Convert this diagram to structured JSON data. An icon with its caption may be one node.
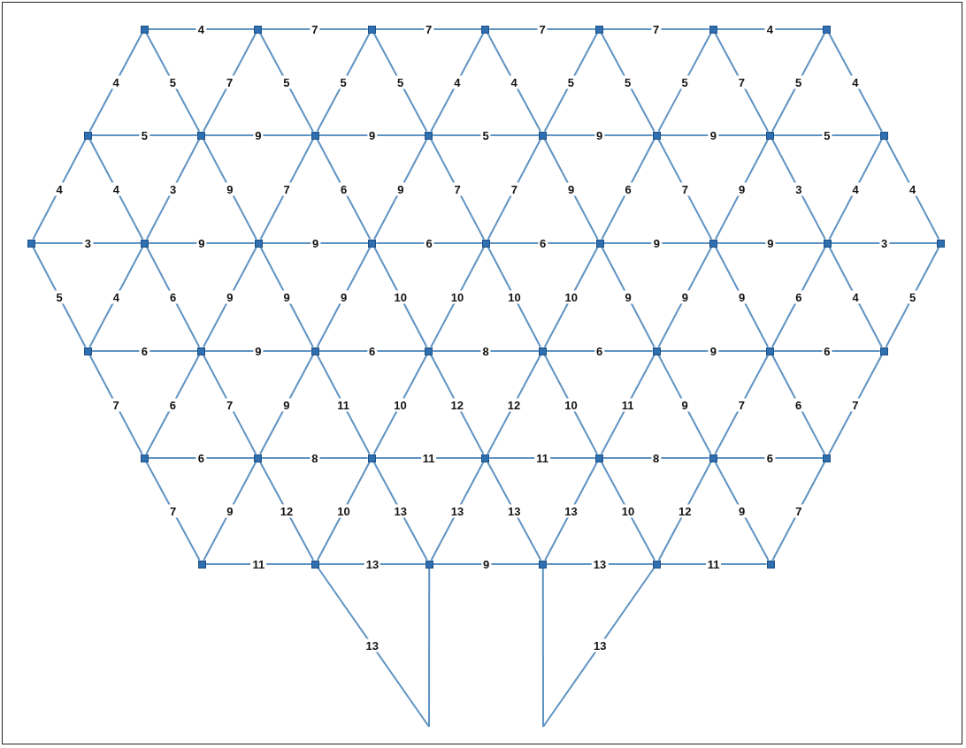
{
  "diagram": {
    "nodes": [
      {
        "text": [],
        "shape": "box"
      },
      {
        "text": [],
        "shape": "box"
      },
      {
        "text": [],
        "shape": "box"
      },
      {
        "text": [],
        "shape": "box"
      },
      {
        "text": [],
        "shape": "box"
      },
      {
        "text": [],
        "shape": "box"
      },
      {
        "text": [],
        "shape": "box"
      },
      {
        "text": [],
        "shape": "box"
      },
      {
        "text": [],
        "shape": "box"
      },
      {
        "text": [],
        "shape": "box"
      },
      {
        "text": [],
        "shape": "box"
      },
      {
        "text": [],
        "shape": "box"
      },
      {
        "text": [],
        "shape": "box"
      },
      {
        "text": [],
        "shape": "box"
      },
      {
        "text": [],
        "shape": "box"
      },
      {
        "text": [],
        "shape": "box"
      },
      {
        "text": [],
        "shape": "box"
      },
      {
        "text": [],
        "shape": "box"
      },
      {
        "text": [],
        "shape": "box"
      },
      {
        "text": [],
        "shape": "box"
      },
      {
        "text": [],
        "shape": "box"
      },
      {
        "text": [],
        "shape": "box"
      },
      {
        "text": [],
        "shape": "box"
      },
      {
        "text": [],
        "shape": "box"
      },
      {
        "text": [],
        "shape": "box"
      },
      {
        "text": [],
        "shape": "box"
      },
      {
        "text": [],
        "shape": "box"
      },
      {
        "text": [],
        "shape": "box"
      },
      {
        "text": [],
        "shape": "box"
      },
      {
        "text": [],
        "shape": "box"
      },
      {
        "text": [],
        "shape": "box"
      },
      {
        "text": [],
        "shape": "box"
      },
      {
        "text": [],
        "shape": "box"
      },
      {
        "text": [],
        "shape": "box"
      },
      {
        "text": [],
        "shape": "box"
      },
      {
        "text": [],
        "shape": "box"
      },
      {
        "text": [],
        "shape": "box"
      },
      {
        "text": [],
        "shape": "box"
      },
      {
        "text": [],
        "shape": "box"
      },
      {
        "text": [],
        "shape": "box"
      },
      {
        "text": [],
        "shape": "box"
      },
      {
        "text": [],
        "shape": "box"
      },
      {
        "text": [],
        "shape": "box"
      },
      {
        "text": [],
        "shape": "box"
      },
      {
        "text": [],
        "shape": "box"
      }
    ],
    "edges": [
      {
        "from": 0,
        "to": 1,
        "arrow": "none",
        "label": "4"
      },
      {
        "from": 1,
        "to": 2,
        "arrow": "none",
        "label": "7"
      },
      {
        "from": 2,
        "to": 3,
        "arrow": "none",
        "label": "7"
      },
      {
        "from": 3,
        "to": 4,
        "arrow": "none",
        "label": "7"
      },
      {
        "from": 4,
        "to": 5,
        "arrow": "none",
        "label": "7"
      },
      {
        "from": 5,
        "to": 6,
        "arrow": "none",
        "label": "4"
      },
      {
        "from": 0,
        "to": 7,
        "arrow": "none",
        "label": "4"
      },
      {
        "from": 0,
        "to": 8,
        "arrow": "none",
        "label": "5"
      },
      {
        "from": 1,
        "to": 8,
        "arrow": "none",
        "label": "7"
      },
      {
        "from": 1,
        "to": 9,
        "arrow": "none",
        "label": "5"
      },
      {
        "from": 2,
        "to": 9,
        "arrow": "none",
        "label": "5"
      },
      {
        "from": 2,
        "to": 10,
        "arrow": "none",
        "label": "5"
      },
      {
        "from": 3,
        "to": 10,
        "arrow": "none",
        "label": "4"
      },
      {
        "from": 3,
        "to": 11,
        "arrow": "none",
        "label": "4"
      },
      {
        "from": 4,
        "to": 11,
        "arrow": "none",
        "label": "5"
      },
      {
        "from": 4,
        "to": 12,
        "arrow": "none",
        "label": "5"
      },
      {
        "from": 5,
        "to": 12,
        "arrow": "none",
        "label": "5"
      },
      {
        "from": 5,
        "to": 13,
        "arrow": "none",
        "label": "7"
      },
      {
        "from": 6,
        "to": 13,
        "arrow": "none",
        "label": "5"
      },
      {
        "from": 6,
        "to": 14,
        "arrow": "none",
        "label": "4"
      },
      {
        "from": 7,
        "to": 8,
        "arrow": "none",
        "label": "5"
      },
      {
        "from": 8,
        "to": 9,
        "arrow": "none",
        "label": "9"
      },
      {
        "from": 9,
        "to": 10,
        "arrow": "none",
        "label": "9"
      },
      {
        "from": 10,
        "to": 11,
        "arrow": "none",
        "label": "5"
      },
      {
        "from": 11,
        "to": 12,
        "arrow": "none",
        "label": "9"
      },
      {
        "from": 12,
        "to": 13,
        "arrow": "none",
        "label": "9"
      },
      {
        "from": 13,
        "to": 14,
        "arrow": "none",
        "label": "5"
      },
      {
        "from": 7,
        "to": 15,
        "arrow": "none",
        "label": "4"
      },
      {
        "from": 7,
        "to": 16,
        "arrow": "none",
        "label": "4"
      },
      {
        "from": 8,
        "to": 16,
        "arrow": "none",
        "label": "3"
      },
      {
        "from": 8,
        "to": 17,
        "arrow": "none",
        "label": "9"
      },
      {
        "from": 9,
        "to": 17,
        "arrow": "none",
        "label": "7"
      },
      {
        "from": 9,
        "to": 18,
        "arrow": "none",
        "label": "6"
      },
      {
        "from": 10,
        "to": 18,
        "arrow": "none",
        "label": "9"
      },
      {
        "from": 10,
        "to": 19,
        "arrow": "none",
        "label": "7"
      },
      {
        "from": 11,
        "to": 19,
        "arrow": "none",
        "label": "7"
      },
      {
        "from": 11,
        "to": 20,
        "arrow": "none",
        "label": "9"
      },
      {
        "from": 12,
        "to": 20,
        "arrow": "none",
        "label": "6"
      },
      {
        "from": 12,
        "to": 21,
        "arrow": "none",
        "label": "7"
      },
      {
        "from": 13,
        "to": 21,
        "arrow": "none",
        "label": "9"
      },
      {
        "from": 13,
        "to": 22,
        "arrow": "none",
        "label": "3"
      },
      {
        "from": 14,
        "to": 22,
        "arrow": "none",
        "label": "4"
      },
      {
        "from": 14,
        "to": 23,
        "arrow": "none",
        "label": "4"
      },
      {
        "from": 15,
        "to": 16,
        "arrow": "none",
        "label": "3"
      },
      {
        "from": 16,
        "to": 17,
        "arrow": "none",
        "label": "9"
      },
      {
        "from": 17,
        "to": 18,
        "arrow": "none",
        "label": "9"
      },
      {
        "from": 18,
        "to": 19,
        "arrow": "none",
        "label": "6"
      },
      {
        "from": 19,
        "to": 20,
        "arrow": "none",
        "label": "6"
      },
      {
        "from": 20,
        "to": 21,
        "arrow": "none",
        "label": "9"
      },
      {
        "from": 21,
        "to": 22,
        "arrow": "none",
        "label": "9"
      },
      {
        "from": 22,
        "to": 23,
        "arrow": "none",
        "label": "3"
      },
      {
        "from": 15,
        "to": 24,
        "arrow": "none",
        "label": "5"
      },
      {
        "from": 16,
        "to": 24,
        "arrow": "none",
        "label": "4"
      },
      {
        "from": 16,
        "to": 25,
        "arrow": "none",
        "label": "6"
      },
      {
        "from": 17,
        "to": 25,
        "arrow": "none",
        "label": "9"
      },
      {
        "from": 17,
        "to": 26,
        "arrow": "none",
        "label": "9"
      },
      {
        "from": 18,
        "to": 26,
        "arrow": "none",
        "label": "9"
      },
      {
        "from": 18,
        "to": 27,
        "arrow": "none",
        "label": "10"
      },
      {
        "from": 19,
        "to": 27,
        "arrow": "none",
        "label": "10"
      },
      {
        "from": 19,
        "to": 28,
        "arrow": "none",
        "label": "10"
      },
      {
        "from": 20,
        "to": 28,
        "arrow": "none",
        "label": "10"
      },
      {
        "from": 20,
        "to": 29,
        "arrow": "none",
        "label": "9"
      },
      {
        "from": 21,
        "to": 29,
        "arrow": "none",
        "label": "9"
      },
      {
        "from": 21,
        "to": 30,
        "arrow": "none",
        "label": "9"
      },
      {
        "from": 22,
        "to": 30,
        "arrow": "none",
        "label": "6"
      },
      {
        "from": 22,
        "to": 31,
        "arrow": "none",
        "label": "4"
      },
      {
        "from": 23,
        "to": 31,
        "arrow": "none",
        "label": "5"
      },
      {
        "from": 24,
        "to": 25,
        "arrow": "none",
        "label": "6"
      },
      {
        "from": 25,
        "to": 26,
        "arrow": "none",
        "label": "9"
      },
      {
        "from": 26,
        "to": 27,
        "arrow": "none",
        "label": "6"
      },
      {
        "from": 27,
        "to": 28,
        "arrow": "none",
        "label": "8"
      },
      {
        "from": 28,
        "to": 29,
        "arrow": "none",
        "label": "6"
      },
      {
        "from": 29,
        "to": 30,
        "arrow": "none",
        "label": "9"
      },
      {
        "from": 30,
        "to": 31,
        "arrow": "none",
        "label": "6"
      },
      {
        "from": 24,
        "to": 32,
        "arrow": "none",
        "label": "7"
      },
      {
        "from": 25,
        "to": 32,
        "arrow": "none",
        "label": "6"
      },
      {
        "from": 25,
        "to": 33,
        "arrow": "none",
        "label": "7"
      },
      {
        "from": 26,
        "to": 33,
        "arrow": "none",
        "label": "9"
      },
      {
        "from": 26,
        "to": 34,
        "arrow": "none",
        "label": "11"
      },
      {
        "from": 27,
        "to": 34,
        "arrow": "none",
        "label": "10"
      },
      {
        "from": 27,
        "to": 35,
        "arrow": "none",
        "label": "12"
      },
      {
        "from": 28,
        "to": 35,
        "arrow": "none",
        "label": "12"
      },
      {
        "from": 28,
        "to": 36,
        "arrow": "none",
        "label": "10"
      },
      {
        "from": 29,
        "to": 36,
        "arrow": "none",
        "label": "11"
      },
      {
        "from": 29,
        "to": 37,
        "arrow": "none",
        "label": "9"
      },
      {
        "from": 30,
        "to": 37,
        "arrow": "none",
        "label": "7"
      },
      {
        "from": 30,
        "to": 38,
        "arrow": "none",
        "label": "6"
      },
      {
        "from": 31,
        "to": 38,
        "arrow": "none",
        "label": "7"
      },
      {
        "from": 32,
        "to": 33,
        "arrow": "none",
        "label": "6"
      },
      {
        "from": 33,
        "to": 34,
        "arrow": "none",
        "label": "8"
      },
      {
        "from": 34,
        "to": 35,
        "arrow": "none",
        "label": "11"
      },
      {
        "from": 35,
        "to": 36,
        "arrow": "none",
        "label": "11"
      },
      {
        "from": 36,
        "to": 37,
        "arrow": "none",
        "label": "8"
      },
      {
        "from": 37,
        "to": 38,
        "arrow": "none",
        "label": "6"
      },
      {
        "from": 32,
        "to": 39,
        "arrow": "none",
        "label": "7"
      },
      {
        "from": 33,
        "to": 39,
        "arrow": "none",
        "label": "9"
      },
      {
        "from": 33,
        "to": 40,
        "arrow": "none",
        "label": "12"
      },
      {
        "from": 34,
        "to": 40,
        "arrow": "none",
        "label": "10"
      },
      {
        "from": 34,
        "to": 41,
        "arrow": "none",
        "label": "13"
      },
      {
        "from": 35,
        "to": 41,
        "arrow": "none",
        "label": "13"
      },
      {
        "from": 35,
        "to": 42,
        "arrow": "none",
        "label": "13"
      },
      {
        "from": 36,
        "to": 42,
        "arrow": "none",
        "label": "13"
      },
      {
        "from": 36,
        "to": 43,
        "arrow": "none",
        "label": "10"
      },
      {
        "from": 37,
        "to": 43,
        "arrow": "none",
        "label": "12"
      },
      {
        "from": 37,
        "to": 44,
        "arrow": "none",
        "label": "9"
      },
      {
        "from": 38,
        "to": 44,
        "arrow": "none",
        "label": "7"
      },
      {
        "from": 39,
        "to": 40,
        "arrow": "none",
        "label": "11"
      },
      {
        "from": 40,
        "to": 41,
        "arrow": "none",
        "label": "13"
      },
      {
        "from": 41,
        "to": 42,
        "arrow": "none",
        "label": "9"
      },
      {
        "from": 42,
        "to": 43,
        "arrow": "none",
        "label": "13"
      },
      {
        "from": 43,
        "to": 44,
        "arrow": "none",
        "label": "11"
      },
      {
        "from": 40,
        "to": null,
        "arrow": "none",
        "label": "13"
      },
      {
        "from": 41,
        "to": null,
        "arrow": "none"
      },
      {
        "from": 42,
        "to": null,
        "arrow": "none"
      },
      {
        "from": 43,
        "to": null,
        "arrow": "none",
        "label": "13"
      }
    ]
  }
}
